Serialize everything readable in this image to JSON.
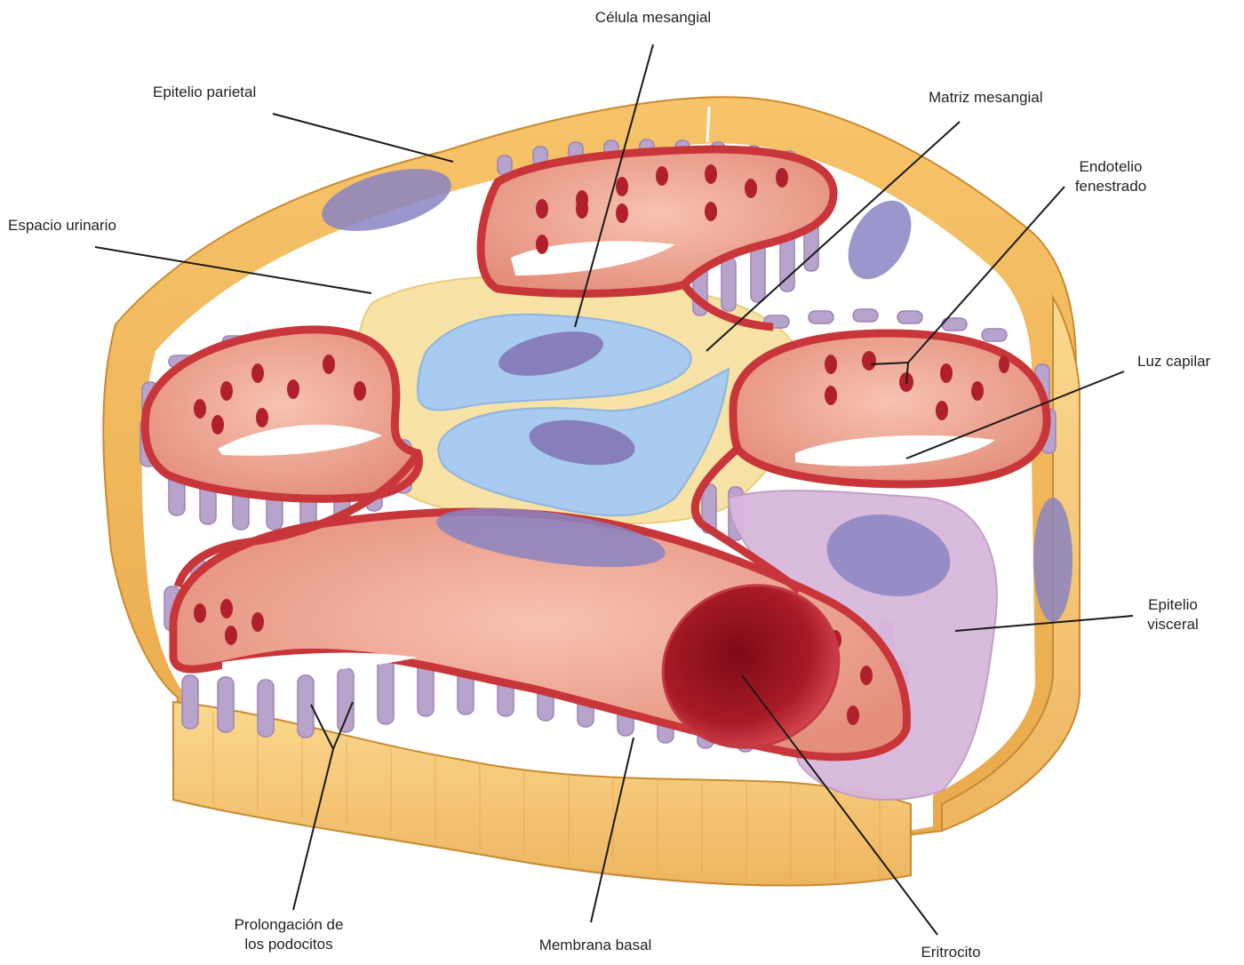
{
  "labels": {
    "celula_mesangial": "Célula mesangial",
    "epitelio_parietal": "Epitelio parietal",
    "matriz_mesangial": "Matriz mesangial",
    "endotelio_l1": "Endotelio",
    "endotelio_l2": "fenestrado",
    "espacio_urinario": "Espacio urinario",
    "luz_capilar": "Luz capilar",
    "epitelio_visceral_l1": "Epitelio",
    "epitelio_visceral_l2": "visceral",
    "prolongacion_l1": "Prolongación de",
    "prolongacion_l2": "los podocitos",
    "membrana_basal": "Membrana basal",
    "eritrocito": "Eritrocito"
  },
  "colors": {
    "capsule": "#f2b85a",
    "capsule_dark": "#d99a3c",
    "capillary_wall": "#c8363a",
    "capillary_inner": "#f0ac98",
    "fenestra": "#b0202a",
    "podocyte": "#b8a3cc",
    "mesangial_cell": "#a9cbef",
    "mesangial_matrix": "#f7e3a6",
    "nucleus": "#8377b5",
    "erythrocyte": "#9c1420",
    "visceral": "#d8b8dc"
  }
}
